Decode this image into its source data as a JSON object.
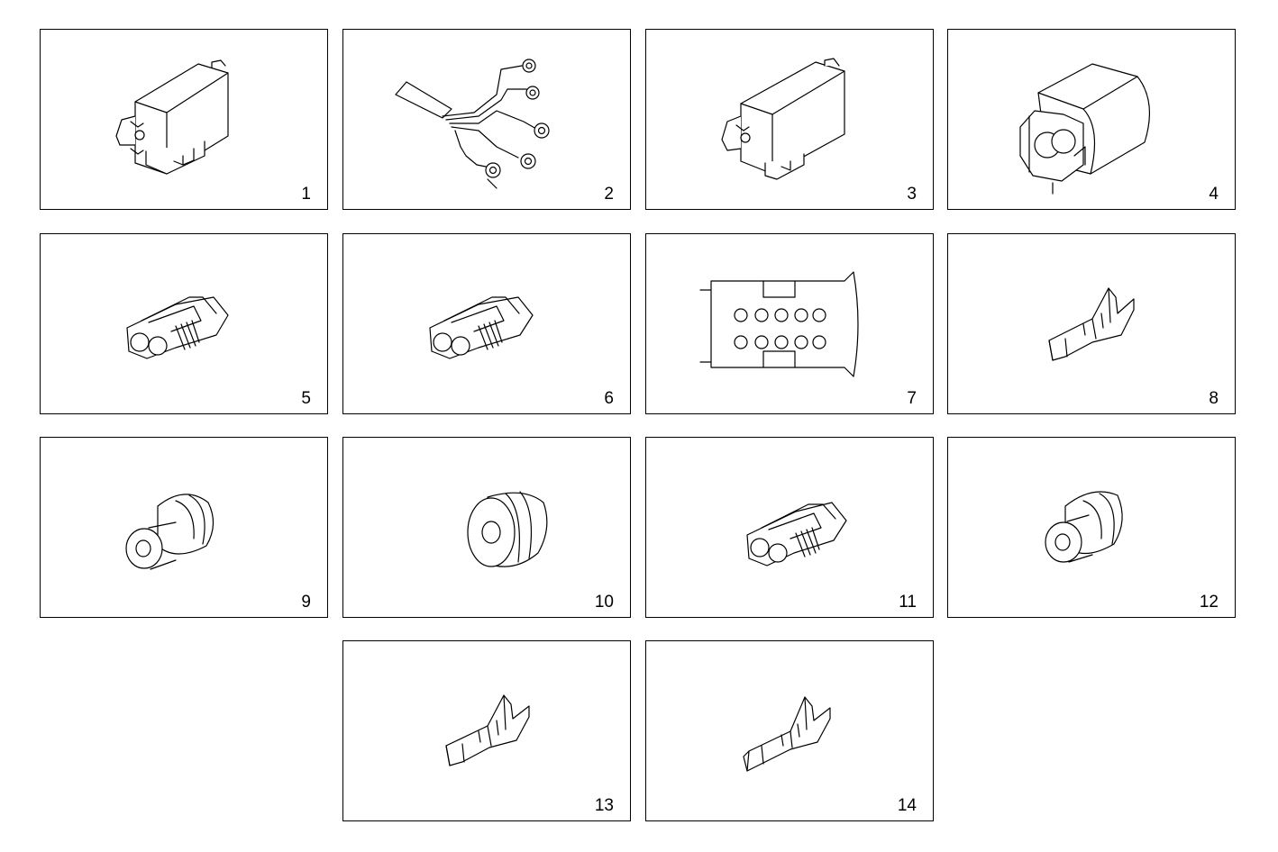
{
  "parts": [
    {
      "label": "1",
      "icon": "relay-module-icon"
    },
    {
      "label": "2",
      "icon": "wiring-harness-icon"
    },
    {
      "label": "3",
      "icon": "relay-module-icon"
    },
    {
      "label": "4",
      "icon": "round-connector-housing-icon"
    },
    {
      "label": "5",
      "icon": "two-pin-connector-icon"
    },
    {
      "label": "6",
      "icon": "two-pin-connector-icon"
    },
    {
      "label": "7",
      "icon": "ten-pin-connector-face-icon"
    },
    {
      "label": "8",
      "icon": "crimp-terminal-icon"
    },
    {
      "label": "9",
      "icon": "wire-seal-icon"
    },
    {
      "label": "10",
      "icon": "wire-seal-icon"
    },
    {
      "label": "11",
      "icon": "two-pin-connector-icon"
    },
    {
      "label": "12",
      "icon": "wire-seal-icon"
    },
    {
      "label": "13",
      "icon": "crimp-terminal-icon"
    },
    {
      "label": "14",
      "icon": "crimp-terminal-icon"
    }
  ]
}
